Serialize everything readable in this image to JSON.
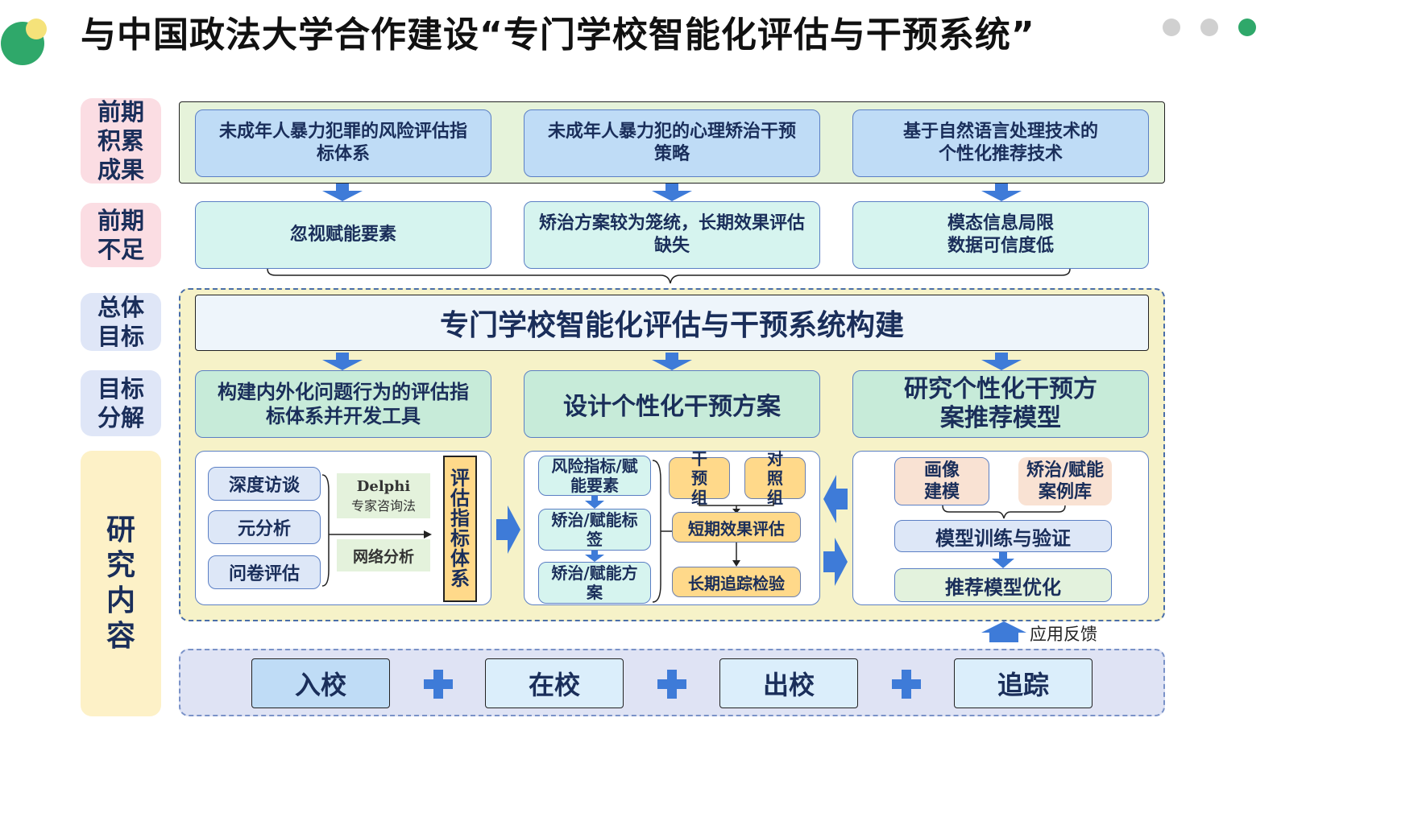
{
  "title": "与中国政法大学合作建设“专门学校智能化评估与干预系统”",
  "colors": {
    "accent": "#3e7bd8",
    "logo_green": "#2fa86a",
    "logo_yellow": "#f5e27a"
  },
  "side_labels": {
    "prior_results": "前期积累成果",
    "prior_gaps": "前期不足",
    "overall_goal": "总体目标",
    "goal_breakdown": "目标分解",
    "research": "研究内容"
  },
  "prior_results": [
    "未成年人暴力犯罪的风险评估指标体系",
    "未成年人暴力犯的心理矫治干预策略",
    "基于自然语言处理技术的个性化推荐技术"
  ],
  "prior_gaps": [
    "忽视赋能要素",
    "矫治方案较为笼统，长期效果评估缺失",
    "模态信息局限数据可信度低"
  ],
  "overall_goal": "专门学校智能化评估与干预系统构建",
  "goal_breakdown": [
    "构建内外化问题行为的评估指标体系并开发工具",
    "设计个性化干预方案",
    "研究个性化干预方案推荐模型"
  ],
  "research": {
    "panel1": {
      "methods": [
        "深度访谈",
        "元分析",
        "问卷评估"
      ],
      "delphi": "Delphi",
      "delphi_sub": "专家咨询法",
      "network": "网络分析",
      "result": "评估指标体系"
    },
    "panel2": {
      "left": [
        "风险指标/赋能要素",
        "矫治/赋能标签",
        "矫治/赋能方案"
      ],
      "intervention": "干预组",
      "control": "对照组",
      "short_term": "短期效果评估",
      "long_term": "长期追踪检验"
    },
    "panel3": {
      "portrait": "画像建模",
      "case_library": "矫治/赋能案例库",
      "training": "模型训练与验证",
      "optimize": "推荐模型优化"
    }
  },
  "feedback_label": "应用反馈",
  "stages": [
    "入校",
    "在校",
    "出校",
    "追踪"
  ]
}
